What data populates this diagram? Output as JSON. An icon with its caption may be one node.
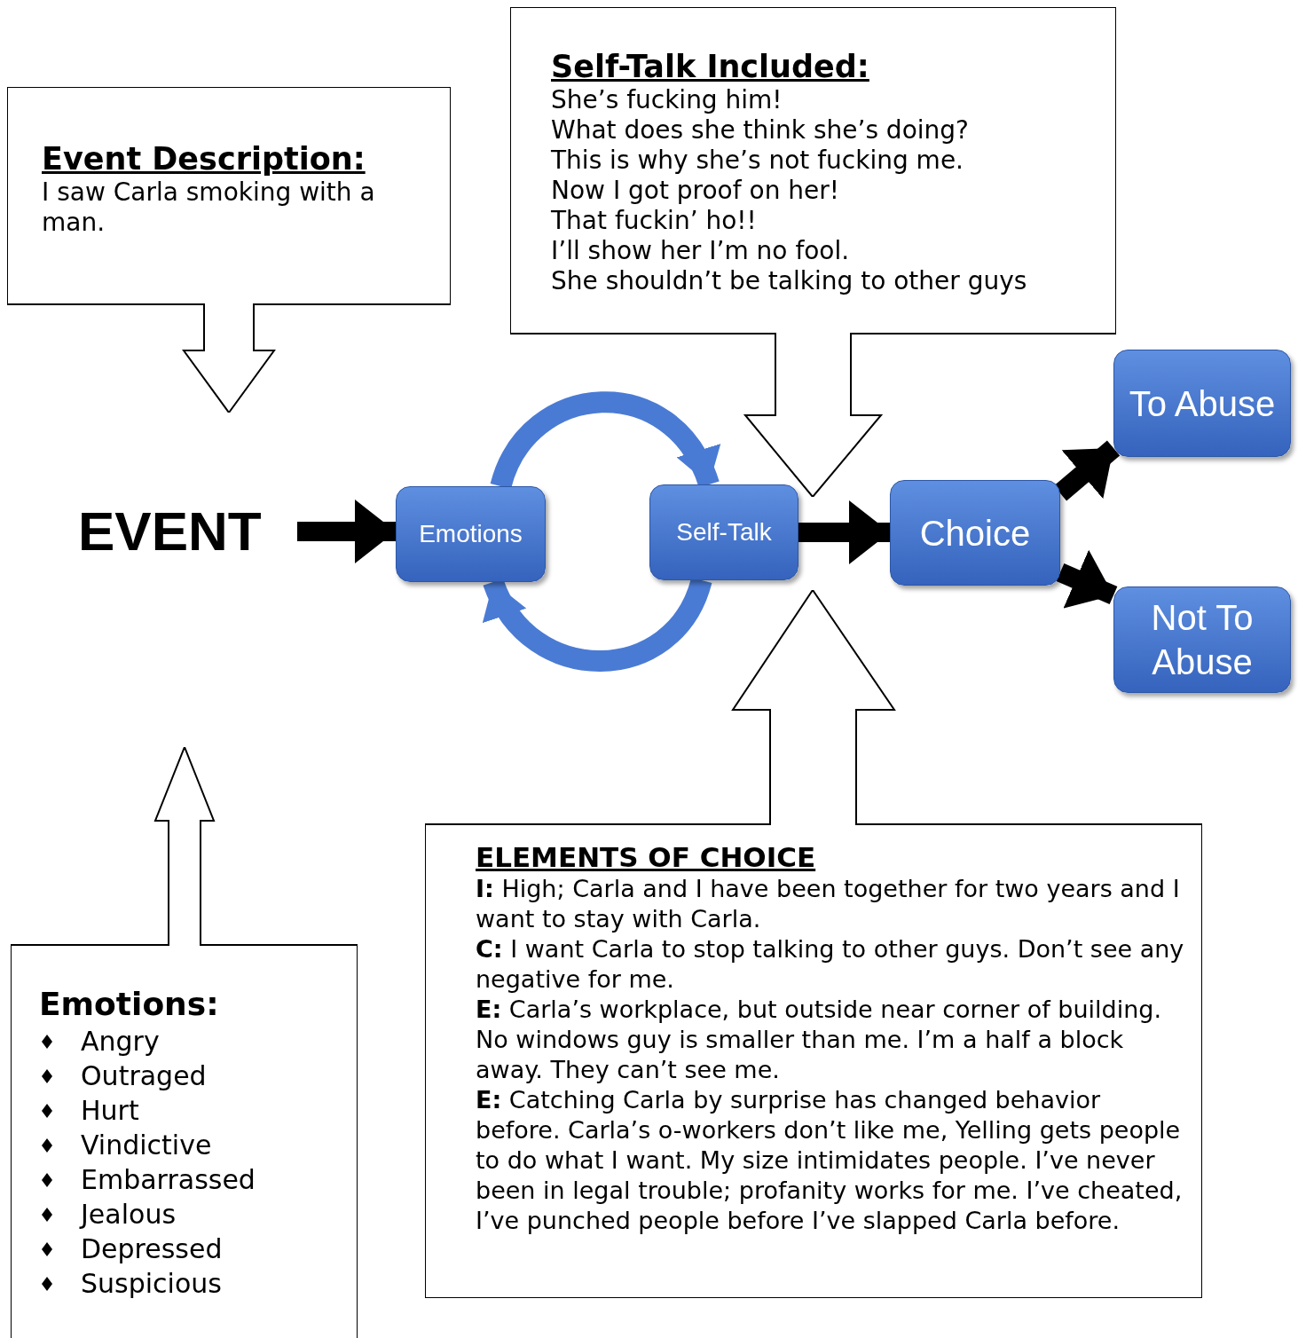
{
  "diagram": {
    "nodes": [
      {
        "text": [
          "Event Description:",
          "I saw Carla smoking with a man."
        ]
      },
      {
        "text": [
          "Self-Talk Included:",
          "She’s fucking him!",
          "What does she think she’s doing?",
          "This is why she’s not fucking me.",
          "Now I got proof on her!",
          "That fuckin’ ho!!",
          "I’ll show her I’m no fool.",
          "She shouldn’t be talking to other guys"
        ]
      },
      {
        "text": [
          "EVENT"
        ]
      },
      {
        "text": [
          "Emotions"
        ]
      },
      {
        "text": [
          "Self-Talk"
        ]
      },
      {
        "text": [
          "Choice"
        ]
      },
      {
        "text": [
          "To Abuse"
        ]
      },
      {
        "text": [
          "Not To Abuse"
        ]
      },
      {
        "text": [
          "**Emotions**:",
          "Angry",
          "Outraged",
          "Hurt",
          "Vindictive",
          "Embarrassed",
          "Jealous",
          "Depressed",
          "Suspicious"
        ]
      },
      {
        "text": [
          "ELEMENTS OF CHOICE",
          "**I:** High; Carla and I have been together for two years and I want to stay with Carla.",
          "**C:** I want Carla to stop talking to other guys. Don’t see any negative for me.",
          "**E:** Carla’s workplace, but outside near corner of building. No windows guy is smaller than me. I’m a half a block away. They can’t see me.",
          "**E:** Catching Carla by surprise has changed behavior before. Carla’s o-workers don’t like me, Yelling gets people to do what I want. My size intimidates people. I’ve never been in legal trouble; profanity works for me. I’ve cheated, I’ve punched people before I’ve slapped Carla before."
        ]
      }
    ],
    "edges": [
      {
        "from": 2,
        "to": 3,
        "arrow": "to"
      },
      {
        "from": 3,
        "to": 4,
        "arrow": "to",
        "color": "#4a7bd4"
      },
      {
        "from": 4,
        "to": 3,
        "arrow": "to",
        "color": "#4a7bd4"
      },
      {
        "from": 4,
        "to": 5,
        "arrow": "to"
      },
      {
        "from": 5,
        "to": 6,
        "arrow": "to"
      },
      {
        "from": 5,
        "to": 7,
        "arrow": "to"
      }
    ]
  }
}
